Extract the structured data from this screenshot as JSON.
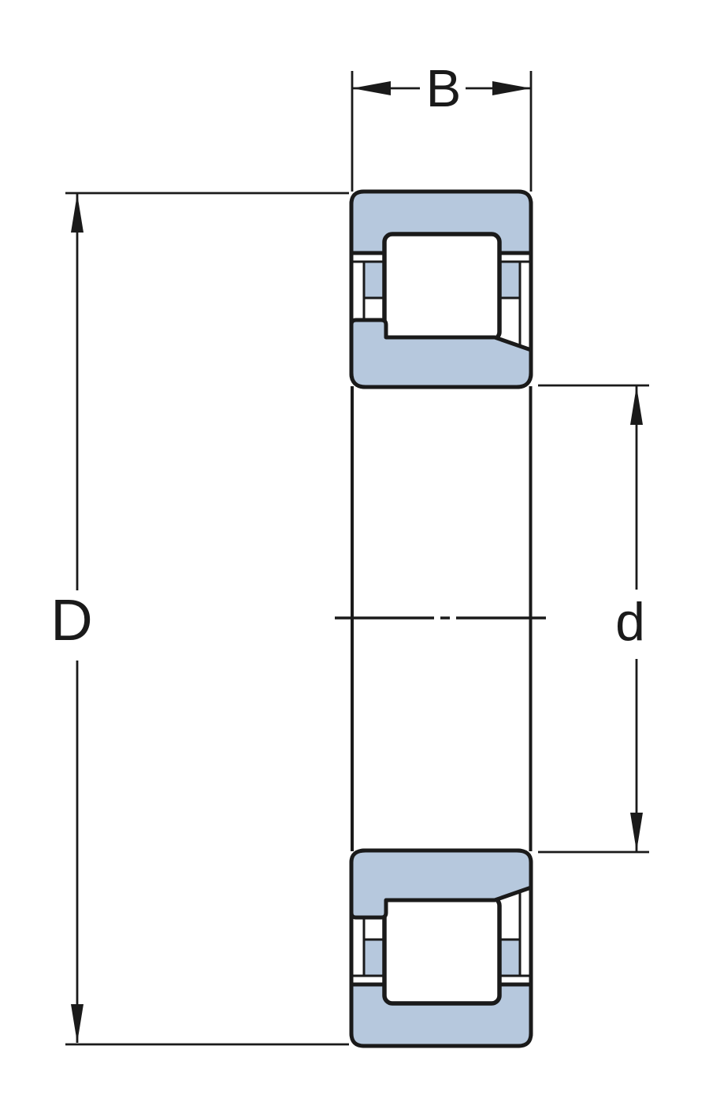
{
  "colors": {
    "ring_fill": "#b6c8dd",
    "line": "#1a1a1a",
    "background": "#ffffff"
  },
  "dimensions": {
    "width": {
      "label": "B"
    },
    "outer_diameter": {
      "label": "D"
    },
    "bore_diameter": {
      "label": "d"
    }
  }
}
